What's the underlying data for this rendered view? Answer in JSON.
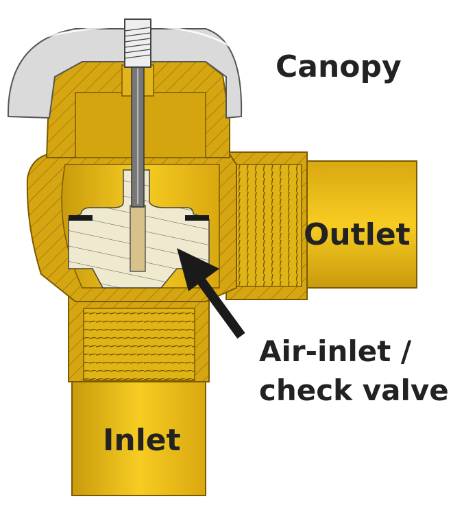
{
  "labels": {
    "canopy": "Canopy",
    "outlet": "Outlet",
    "air_inlet_line1": "Air-inlet /",
    "air_inlet_line2": "check valve",
    "inlet": "Inlet"
  },
  "colors": {
    "brass": "#f2c21b",
    "brass_dark": "#c99a0c",
    "brass_outline": "#7a5a00",
    "canopy": "#d8d8d8",
    "disc": "#efe9cf",
    "stem": "#6e6e6e",
    "arrow": "#1a1a1a",
    "text": "#222222"
  }
}
